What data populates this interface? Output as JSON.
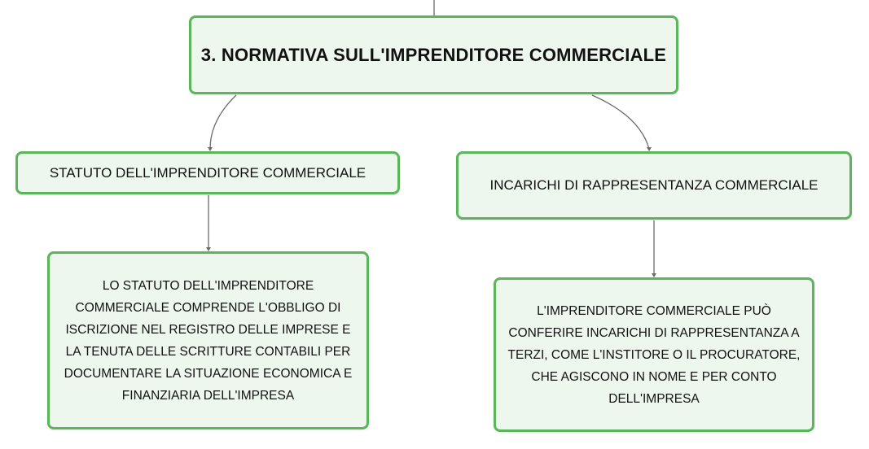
{
  "root": {
    "label": "3. NORMATIVA SULL'IMPRENDITORE COMMERCIALE"
  },
  "branches": [
    {
      "label": "STATUTO DELL'IMPRENDITORE COMMERCIALE",
      "detail": "LO STATUTO DELL'IMPRENDITORE COMMERCIALE COMPRENDE L'OBBLIGO DI ISCRIZIONE NEL REGISTRO DELLE IMPRESE E LA TENUTA DELLE SCRITTURE CONTABILI PER DOCUMENTARE LA SITUAZIONE ECONOMICA E FINANZIARIA DELL'IMPRESA"
    },
    {
      "label": "INCARICHI DI RAPPRESENTANZA COMMERCIALE",
      "detail": "L'IMPRENDITORE COMMERCIALE PUÒ CONFERIRE INCARICHI DI RAPPRESENTANZA A TERZI, COME L'INSTITORE O IL PROCURATORE, CHE AGISCONO IN NOME E PER CONTO DELL'IMPRESA"
    }
  ],
  "colors": {
    "node_fill": "#eef7ee",
    "node_border": "#5bb55a",
    "connector": "#6b6b6b"
  }
}
